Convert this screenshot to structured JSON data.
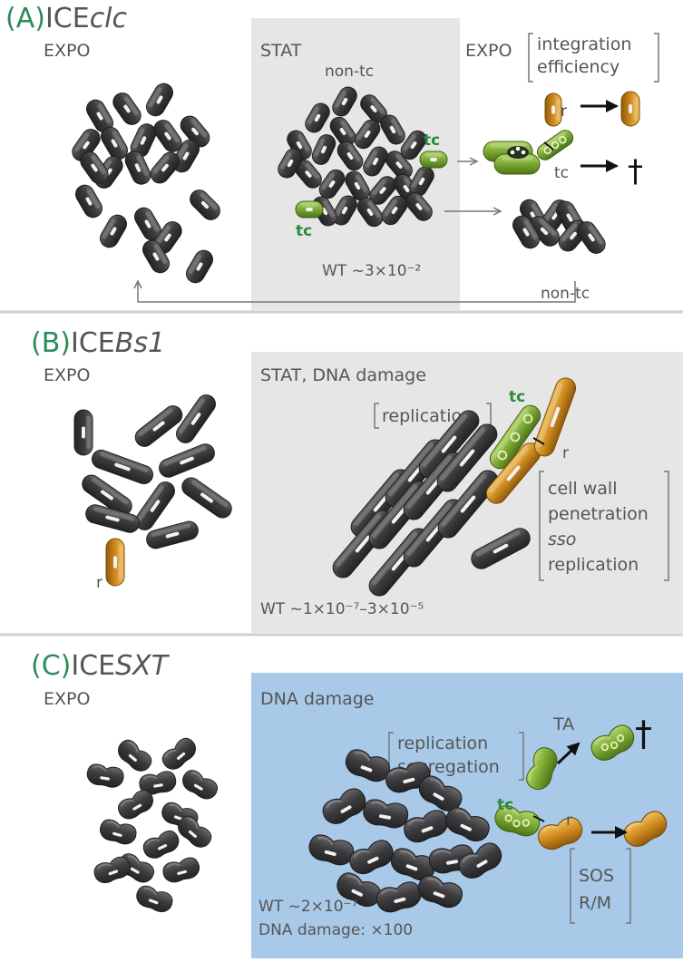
{
  "panel_a": {
    "letter": "(A)",
    "name_plain": "ICE",
    "name_italic": "clc",
    "expo_left": "EXPO",
    "stat": "STAT",
    "non_tc_top": "non-tc",
    "tc": "tc",
    "expo_right": "EXPO",
    "bracket_line1": "integration",
    "bracket_line2": "efficiency",
    "r": "r",
    "frequency": "WT ~3×10⁻²",
    "non_tc_bottom": "non-tc",
    "dagger": "†"
  },
  "panel_b": {
    "letter": "(B)",
    "name_plain": "ICE",
    "name_italic": "Bs1",
    "expo": "EXPO",
    "condition": "STAT, DNA damage",
    "tc": "tc",
    "r": "r",
    "bracket_replication": "replication",
    "bracket_list": [
      "cell wall",
      "penetration",
      "sso",
      "replication"
    ],
    "frequency": "WT ~1×10⁻⁷–3×10⁻⁵"
  },
  "panel_c": {
    "letter": "(C)",
    "name_plain": "ICE",
    "name_italic": "SXT",
    "expo": "EXPO",
    "condition": "DNA damage",
    "bracket_line1": "replication",
    "bracket_line2": "segregation",
    "ta": "TA",
    "tc": "tc",
    "r": "r",
    "bracket2_line1": "SOS",
    "bracket2_line2": "R/M",
    "frequency": "WT ~2×10⁻⁷",
    "damage_note": "DNA damage: ×100",
    "dagger": "†"
  },
  "colors": {
    "dark_cell": "#3c3c3e",
    "green_cell": "#7aa832",
    "orange_cell": "#cf8a1e",
    "grey_panel": "#e6e6e6",
    "blue_panel": "#a9c9e8",
    "title_letter": "#2e8a5a"
  }
}
